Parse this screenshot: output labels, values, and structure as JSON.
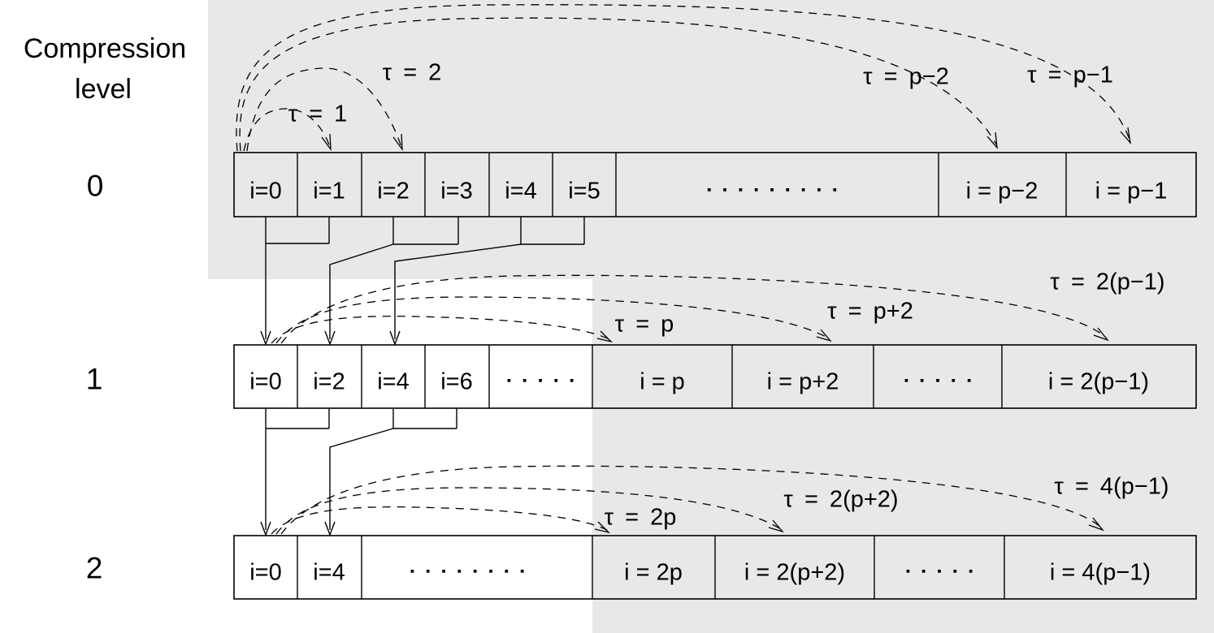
{
  "figure": {
    "title_line1": "Compression",
    "title_line2": "level",
    "levels": [
      {
        "label": "0",
        "cells": [
          {
            "text": "i=0"
          },
          {
            "text": "i=1"
          },
          {
            "text": "i=2"
          },
          {
            "text": "i=3"
          },
          {
            "text": "i=4"
          },
          {
            "text": "i=5"
          },
          {
            "text": "▪▪▪▪▪▪▪▪▪",
            "type": "dots"
          },
          {
            "text": "i = p−2"
          },
          {
            "text": "i = p−1"
          }
        ]
      },
      {
        "label": "1",
        "cells": [
          {
            "text": "i=0"
          },
          {
            "text": "i=2"
          },
          {
            "text": "i=4"
          },
          {
            "text": "i=6"
          },
          {
            "text": "▪▪▪▪▪",
            "type": "dots"
          },
          {
            "text": "i = p"
          },
          {
            "text": "i = p+2"
          },
          {
            "text": "▪▪▪▪▪",
            "type": "dots"
          },
          {
            "text": "i = 2(p−1)"
          }
        ]
      },
      {
        "label": "2",
        "cells": [
          {
            "text": "i=0"
          },
          {
            "text": "i=4"
          },
          {
            "text": "▪▪▪▪▪▪▪▪",
            "type": "dots"
          },
          {
            "text": "i = 2p"
          },
          {
            "text": "i = 2(p+2)"
          },
          {
            "text": "▪▪▪▪▪",
            "type": "dots"
          },
          {
            "text": "i = 4(p−1)"
          }
        ]
      }
    ],
    "tau_labels": [
      {
        "text": "τ = 1",
        "level": 0
      },
      {
        "text": "τ = 2",
        "level": 0
      },
      {
        "text": "τ = p−2",
        "level": 0
      },
      {
        "text": "τ = p−1",
        "level": 0
      },
      {
        "text": "τ = p",
        "level": 1
      },
      {
        "text": "τ = p+2",
        "level": 1
      },
      {
        "text": "τ = 2(p−1)",
        "level": 1
      },
      {
        "text": "τ = 2p",
        "level": 2
      },
      {
        "text": "τ = 2(p+2)",
        "level": 2
      },
      {
        "text": "τ = 4(p−1)",
        "level": 2
      }
    ]
  },
  "colors": {
    "background": "#ffffff",
    "shade": "#e8e8e8",
    "line": "#000000"
  }
}
